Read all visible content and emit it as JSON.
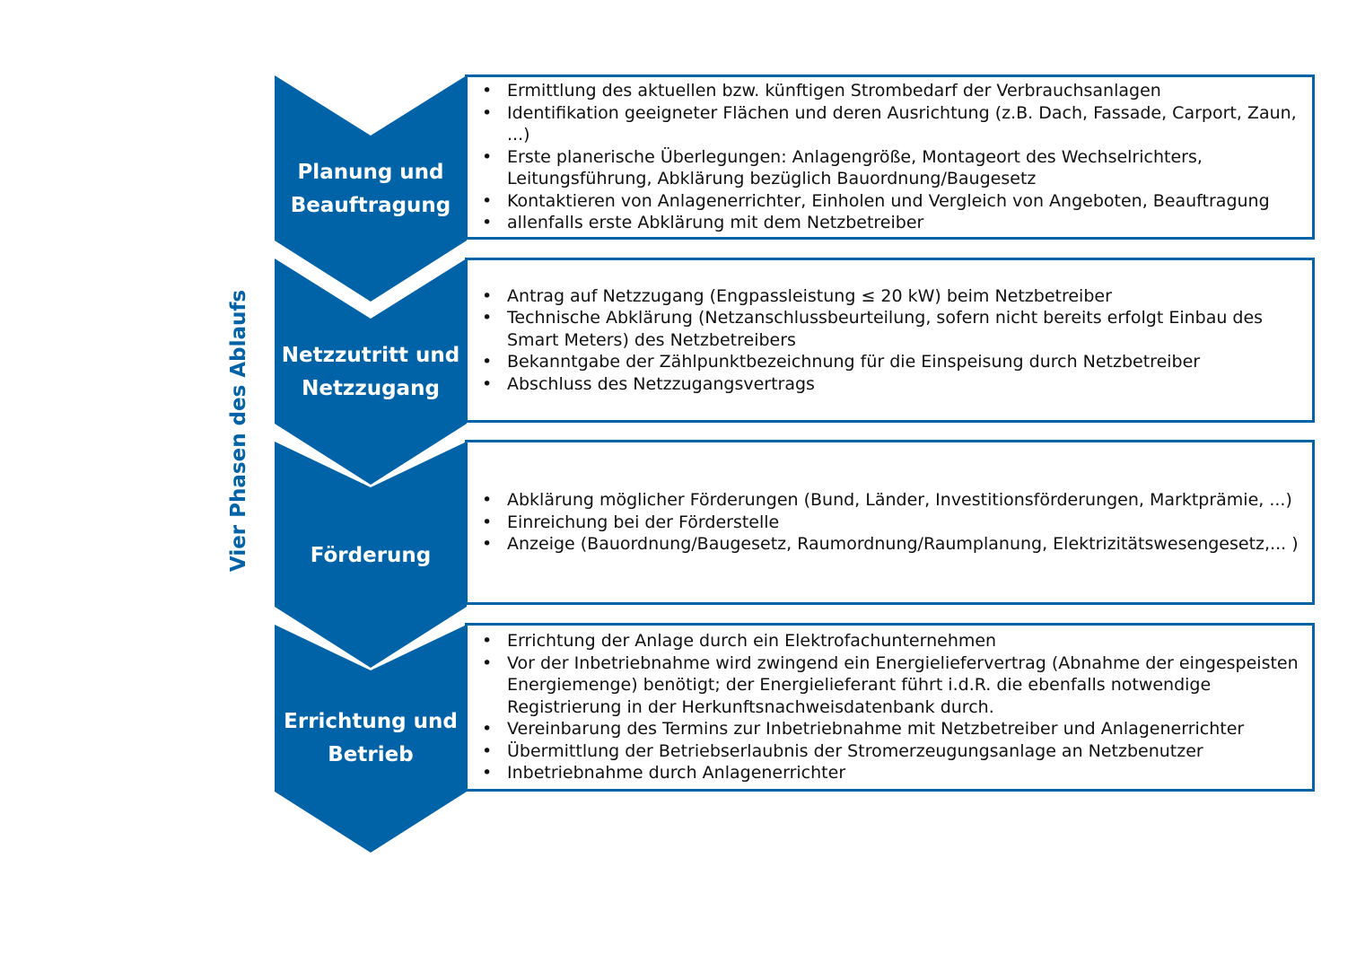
{
  "title": "Vier Phasen des Ablaufs",
  "colors": {
    "accent": "#0063a8",
    "box_border": "#0063a8",
    "text": "#111111",
    "background": "#ffffff"
  },
  "phases": [
    {
      "label": "Planung und\nBeauftragung",
      "items": [
        "Ermittlung des aktuellen bzw. künftigen Strombedarf der Verbrauchsanlagen",
        "Identifikation geeigneter Flächen und deren Ausrichtung (z.B. Dach, Fassade, Carport, Zaun, ...)",
        "Erste planerische Überlegungen: Anlagengröße, Montageort des Wechselrichters, Leitungsführung, Abklärung bezüglich Bauordnung/Baugesetz",
        "Kontaktieren von Anlagenerrichter, Einholen und Vergleich von Angeboten, Beauftragung",
        "allenfalls erste Abklärung mit dem Netzbetreiber"
      ]
    },
    {
      "label": "Netzzutritt und\nNetzzugang",
      "items": [
        "Antrag auf Netzzugang (Engpassleistung ≤ 20 kW) beim Netzbetreiber",
        "Technische Abklärung (Netzanschlussbeurteilung, sofern nicht bereits erfolgt Einbau des Smart Meters) des Netzbetreibers",
        "Bekanntgabe der Zählpunktbezeichnung für die Einspeisung durch Netzbetreiber",
        "Abschluss des Netzzugangsvertrags"
      ]
    },
    {
      "label": "Förderung",
      "items": [
        "Abklärung möglicher Förderungen (Bund, Länder, Investitionsförderungen, Marktprämie, ...)",
        "Einreichung bei der Förderstelle",
        "Anzeige (Bauordnung/Baugesetz, Raumordnung/Raumplanung, Elektrizitätswesengesetz,... )"
      ]
    },
    {
      "label": "Errichtung und\nBetrieb",
      "items": [
        "Errichtung der Anlage durch ein Elektrofachunternehmen",
        "Vor der Inbetriebnahme wird zwingend ein Energieliefervertrag (Abnahme der eingespeisten Energiemenge) benötigt; der Energielieferant führt i.d.R. die ebenfalls notwendige Registrierung in der Herkunftsnachweisdatenbank durch.",
        "Vereinbarung des Termins zur Inbetriebnahme mit Netzbetreiber und Anlagenerrichter",
        "Übermittlung der Betriebserlaubnis der Stromerzeugungsanlage an Netzbenutzer",
        "Inbetriebnahme durch Anlagenerrichter"
      ]
    }
  ]
}
